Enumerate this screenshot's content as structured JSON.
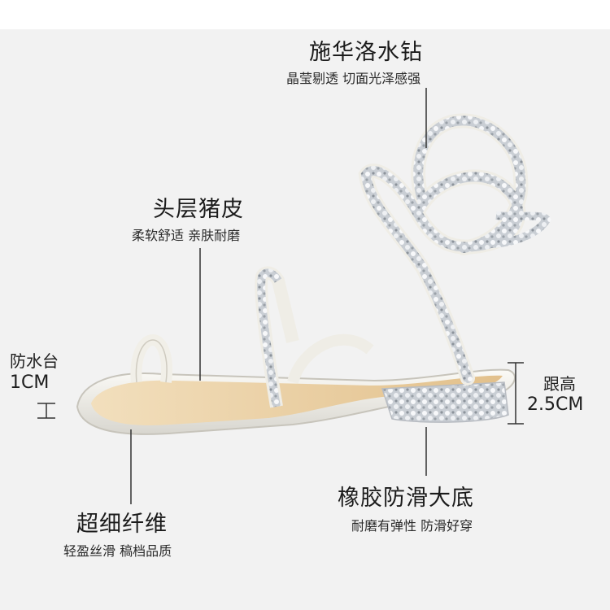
{
  "features": {
    "crystal": {
      "title": "施华洛水钻",
      "subtitle": "晶莹剔透 切面光泽感强"
    },
    "leather": {
      "title": "头层猪皮",
      "subtitle": "柔软舒适 亲肤耐磨"
    },
    "platform": {
      "label": "防水台",
      "value": "1CM"
    },
    "heel": {
      "label": "跟高",
      "value": "2.5CM"
    },
    "sole": {
      "title": "橡胶防滑大底",
      "subtitle": "耐磨有弹性 防滑好穿"
    },
    "fiber": {
      "title": "超细纤维",
      "subtitle": "轻盈丝滑 稿档品质"
    }
  },
  "product_image": {
    "subject": "white snake-wrap rhinestone flat sandal"
  },
  "colors": {
    "background": "#f2f2f2",
    "sandal_white": "#f4f3ee",
    "insole": "#e7c99a",
    "crystal": "#d9dde2"
  }
}
